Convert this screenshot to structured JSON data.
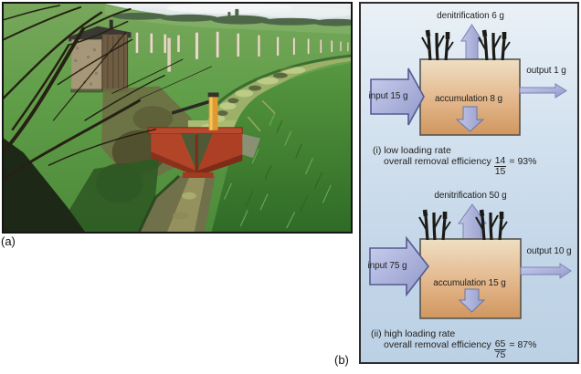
{
  "figure": {
    "panel_a_label": "(a)",
    "panel_b_label": "(b)",
    "description_photo": "farm drainage ditch with V-notch weir, shed and fence line"
  },
  "diagrams": [
    {
      "denitrification": "denitrification 6 g",
      "input": "input 15 g",
      "accumulation": "accumulation 8 g",
      "output": "output 1 g",
      "caption_title": "(i) low loading rate",
      "caption_prefix": "overall removal efficiency",
      "fraction_num": "14",
      "fraction_den": "15",
      "caption_result": "= 93%",
      "values": {
        "input_g": 15,
        "output_g": 1,
        "denitrification_g": 6,
        "accumulation_g": 8,
        "efficiency_pct": 93
      }
    },
    {
      "denitrification": "denitrification 50 g",
      "input": "input 75 g",
      "accumulation": "accumulation 15 g",
      "output": "output 10 g",
      "caption_title": "(ii) high loading rate",
      "caption_prefix": "overall removal efficiency",
      "fraction_num": "65",
      "fraction_den": "75",
      "caption_result": "= 87%",
      "values": {
        "input_g": 75,
        "output_g": 10,
        "denitrification_g": 50,
        "accumulation_g": 15,
        "efficiency_pct": 87
      }
    }
  ],
  "colors": {
    "panel_bg_top": "#eaf1f7",
    "panel_bg_bottom": "#bcd1e5",
    "panel_border": "#2e2e2e",
    "box_top": "#efdfc4",
    "box_bottom": "#d0975f",
    "arrow_fill": "#a3aad4",
    "arrow_border": "#575b92",
    "reeds": "#1b1b16",
    "weir_red": "#b7492c",
    "pipe_orange": "#e09a30"
  }
}
